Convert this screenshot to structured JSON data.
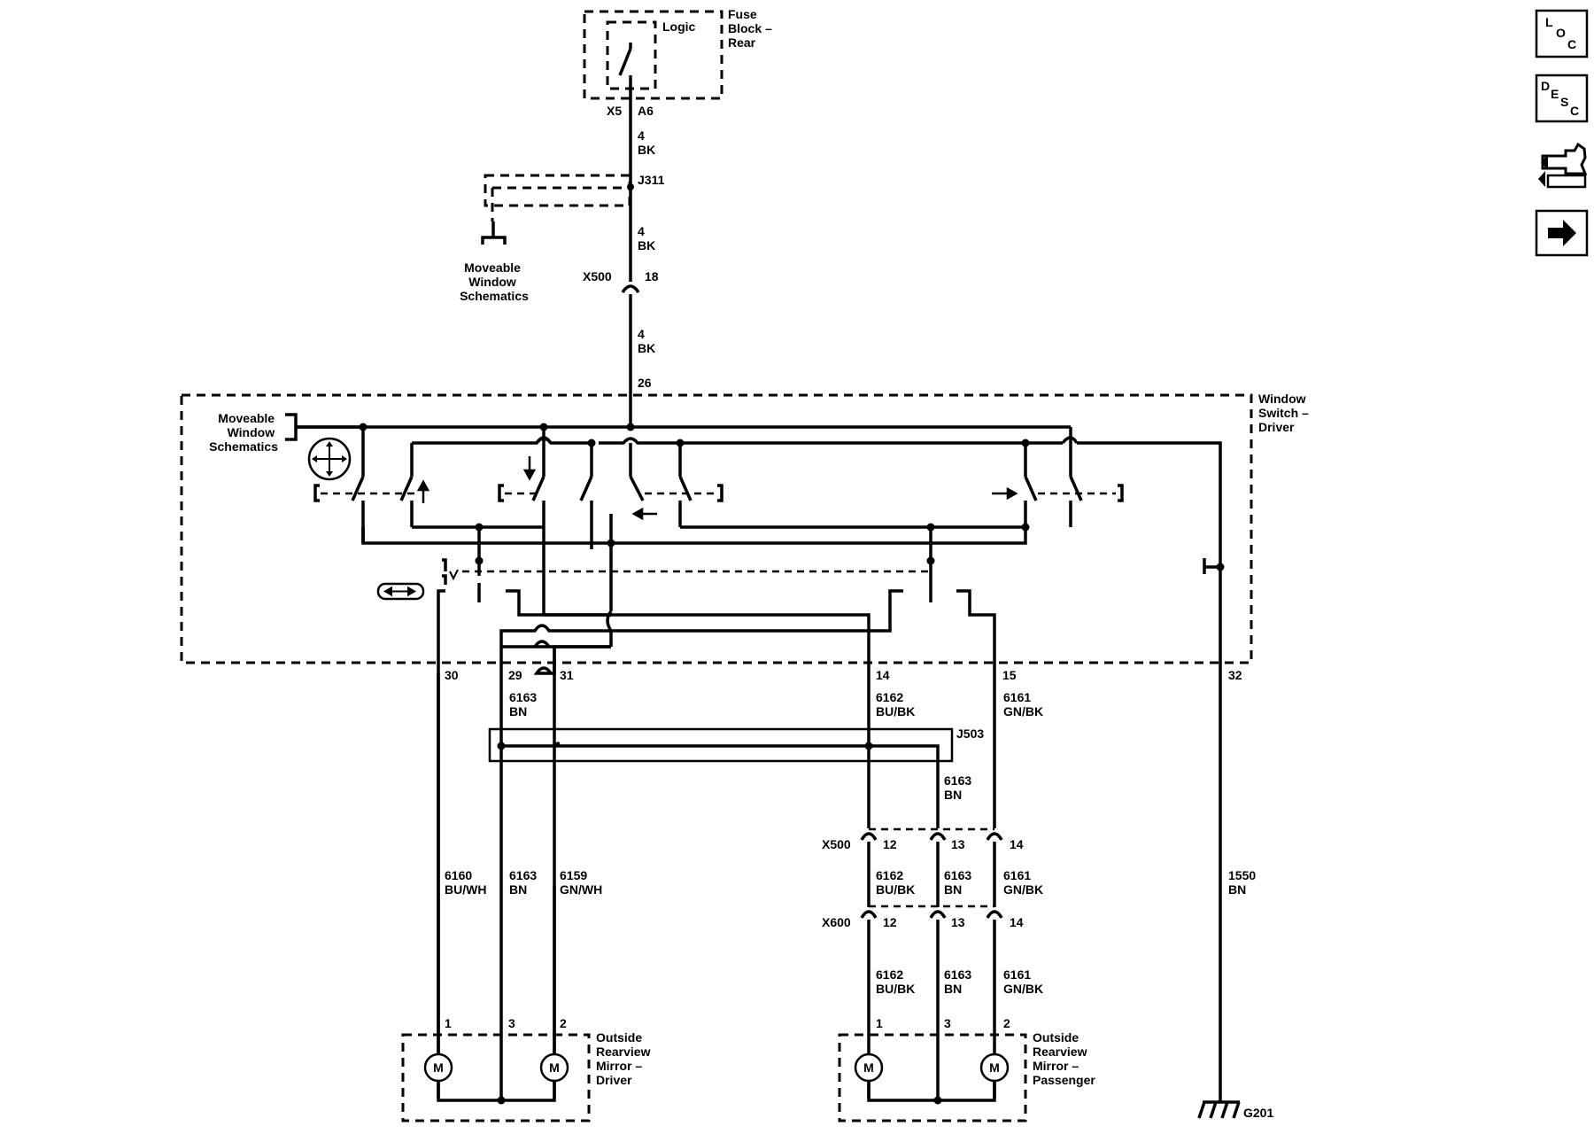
{
  "fuse_block": {
    "title_lines": [
      "Fuse",
      "Block –",
      "Rear"
    ],
    "logic_label": "Logic"
  },
  "fuse_pins": {
    "left": "X5",
    "right": "A6"
  },
  "wire_top": {
    "gauge": "4",
    "color": "BK"
  },
  "j311": {
    "label": "J311"
  },
  "moveable_window_top": {
    "lines": [
      "Moveable",
      "Window",
      "Schematics"
    ]
  },
  "wire_mid": {
    "gauge": "4",
    "color": "BK"
  },
  "x500_top": {
    "connector": "X500",
    "pin": "18"
  },
  "wire_low": {
    "gauge": "4",
    "color": "BK"
  },
  "switch_pin_26": "26",
  "window_switch": {
    "lines": [
      "Window",
      "Switch –",
      "Driver"
    ]
  },
  "moveable_window_left": {
    "lines": [
      "Moveable",
      "Window",
      "Schematics"
    ]
  },
  "switch_pins": {
    "p30": "30",
    "p29": "29",
    "p31": "31",
    "p14": "14",
    "p15": "15",
    "p32": "32"
  },
  "wire_29": {
    "circuit": "6163",
    "color": "BN"
  },
  "wire_14": {
    "circuit": "6162",
    "color": "BU/BK"
  },
  "wire_15": {
    "circuit": "6161",
    "color": "GN/BK"
  },
  "j503": {
    "label": "J503"
  },
  "wire_j503_out": {
    "circuit": "6163",
    "color": "BN"
  },
  "x500_bottom": {
    "connector": "X500",
    "pins": [
      "12",
      "13",
      "14"
    ]
  },
  "x600": {
    "connector": "X600",
    "pins": [
      "12",
      "13",
      "14"
    ]
  },
  "driver_wires": [
    {
      "circuit": "6160",
      "color": "BU/WH"
    },
    {
      "circuit": "6163",
      "color": "BN"
    },
    {
      "circuit": "6159",
      "color": "GN/WH"
    }
  ],
  "pass_wires_mid": [
    {
      "circuit": "6162",
      "color": "BU/BK"
    },
    {
      "circuit": "6163",
      "color": "BN"
    },
    {
      "circuit": "6161",
      "color": "GN/BK"
    }
  ],
  "pass_wires_low": [
    {
      "circuit": "6162",
      "color": "BU/BK"
    },
    {
      "circuit": "6163",
      "color": "BN"
    },
    {
      "circuit": "6161",
      "color": "GN/BK"
    }
  ],
  "ground_wire": {
    "circuit": "1550",
    "color": "BN"
  },
  "driver_mirror": {
    "lines": [
      "Outside",
      "Rearview",
      "Mirror –",
      "Driver"
    ],
    "pins": [
      "1",
      "3",
      "2"
    ]
  },
  "pass_mirror": {
    "lines": [
      "Outside",
      "Rearview",
      "Mirror –",
      "Passenger"
    ],
    "pins": [
      "1",
      "3",
      "2"
    ]
  },
  "motor_label": "M",
  "ground": {
    "label": "G201"
  },
  "nav": [
    {
      "id": "loc",
      "letters": [
        "L",
        "O",
        "C"
      ]
    },
    {
      "id": "desc",
      "letters": [
        "D",
        "E",
        "S",
        "C"
      ]
    },
    {
      "id": "connector",
      "icon": "connector-icon"
    },
    {
      "id": "next",
      "icon": "arrow-right-icon"
    }
  ]
}
